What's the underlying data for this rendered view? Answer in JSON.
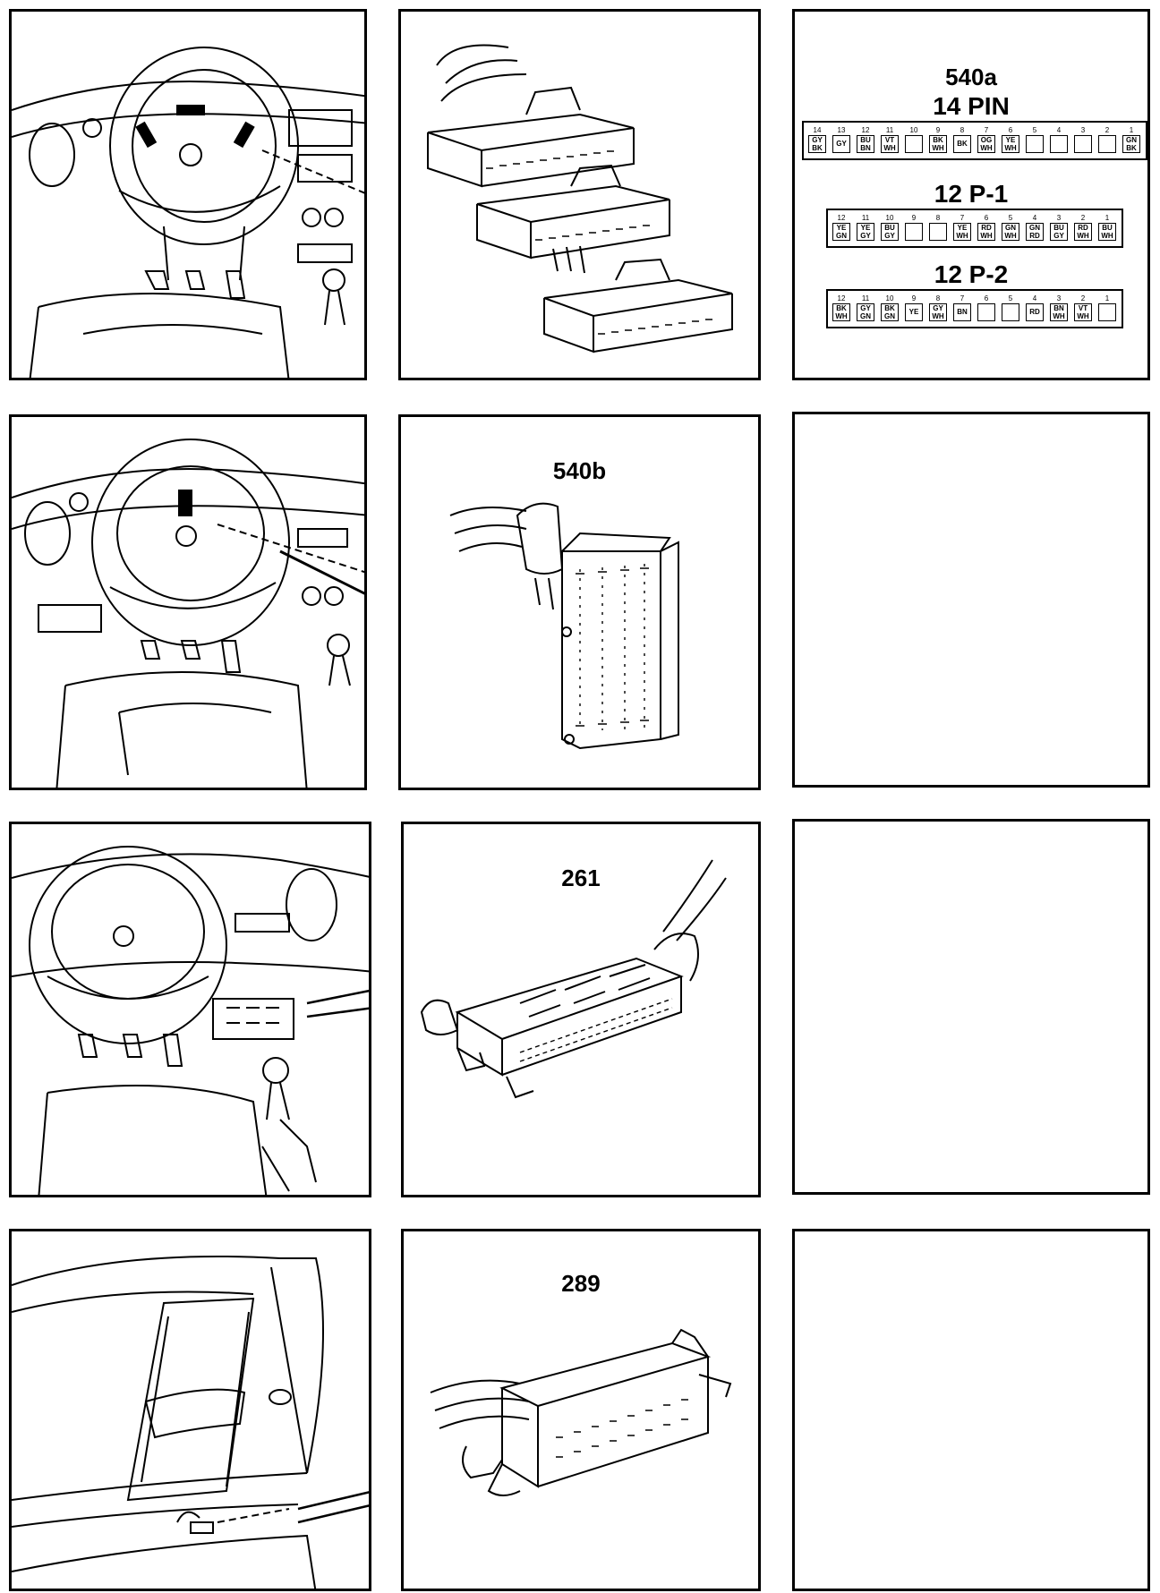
{
  "row1": {
    "connector_540a": {
      "title": "540a",
      "groups": [
        {
          "title": "14 PIN",
          "pins": [
            {
              "n": "14",
              "c": [
                "GY",
                "BK"
              ]
            },
            {
              "n": "13",
              "c": [
                "GY"
              ]
            },
            {
              "n": "12",
              "c": [
                "BU",
                "BN"
              ]
            },
            {
              "n": "11",
              "c": [
                "VT",
                "WH"
              ]
            },
            {
              "n": "10",
              "c": []
            },
            {
              "n": "9",
              "c": [
                "BK",
                "WH"
              ]
            },
            {
              "n": "8",
              "c": [
                "BK"
              ]
            },
            {
              "n": "7",
              "c": [
                "OG",
                "WH"
              ]
            },
            {
              "n": "6",
              "c": [
                "YE",
                "WH"
              ]
            },
            {
              "n": "5",
              "c": []
            },
            {
              "n": "4",
              "c": []
            },
            {
              "n": "3",
              "c": []
            },
            {
              "n": "2",
              "c": []
            },
            {
              "n": "1",
              "c": [
                "GN",
                "BK"
              ]
            }
          ]
        },
        {
          "title": "12 P-1",
          "pins": [
            {
              "n": "12",
              "c": [
                "YE",
                "GN"
              ]
            },
            {
              "n": "11",
              "c": [
                "YE",
                "GY"
              ]
            },
            {
              "n": "10",
              "c": [
                "BU",
                "GY"
              ]
            },
            {
              "n": "9",
              "c": []
            },
            {
              "n": "8",
              "c": []
            },
            {
              "n": "7",
              "c": [
                "YE",
                "WH"
              ]
            },
            {
              "n": "6",
              "c": [
                "RD",
                "WH"
              ]
            },
            {
              "n": "5",
              "c": [
                "GN",
                "WH"
              ]
            },
            {
              "n": "4",
              "c": [
                "GN",
                "RD"
              ]
            },
            {
              "n": "3",
              "c": [
                "BU",
                "GY"
              ]
            },
            {
              "n": "2",
              "c": [
                "RD",
                "WH"
              ]
            },
            {
              "n": "1",
              "c": [
                "BU",
                "WH"
              ]
            }
          ]
        },
        {
          "title": "12 P-2",
          "pins": [
            {
              "n": "12",
              "c": [
                "BK",
                "WH"
              ]
            },
            {
              "n": "11",
              "c": [
                "GY",
                "GN"
              ]
            },
            {
              "n": "10",
              "c": [
                "BK",
                "GN"
              ]
            },
            {
              "n": "9",
              "c": [
                "YE"
              ]
            },
            {
              "n": "8",
              "c": [
                "GY",
                "WH"
              ]
            },
            {
              "n": "7",
              "c": [
                "BN"
              ]
            },
            {
              "n": "6",
              "c": []
            },
            {
              "n": "5",
              "c": []
            },
            {
              "n": "4",
              "c": [
                "RD"
              ]
            },
            {
              "n": "3",
              "c": [
                "BN",
                "WH"
              ]
            },
            {
              "n": "2",
              "c": [
                "VT",
                "WH"
              ]
            },
            {
              "n": "1",
              "c": []
            }
          ]
        }
      ]
    }
  },
  "row2": {
    "connector_label": "540b"
  },
  "row3": {
    "connector_label": "261"
  },
  "row4": {
    "connector_label": "289"
  }
}
